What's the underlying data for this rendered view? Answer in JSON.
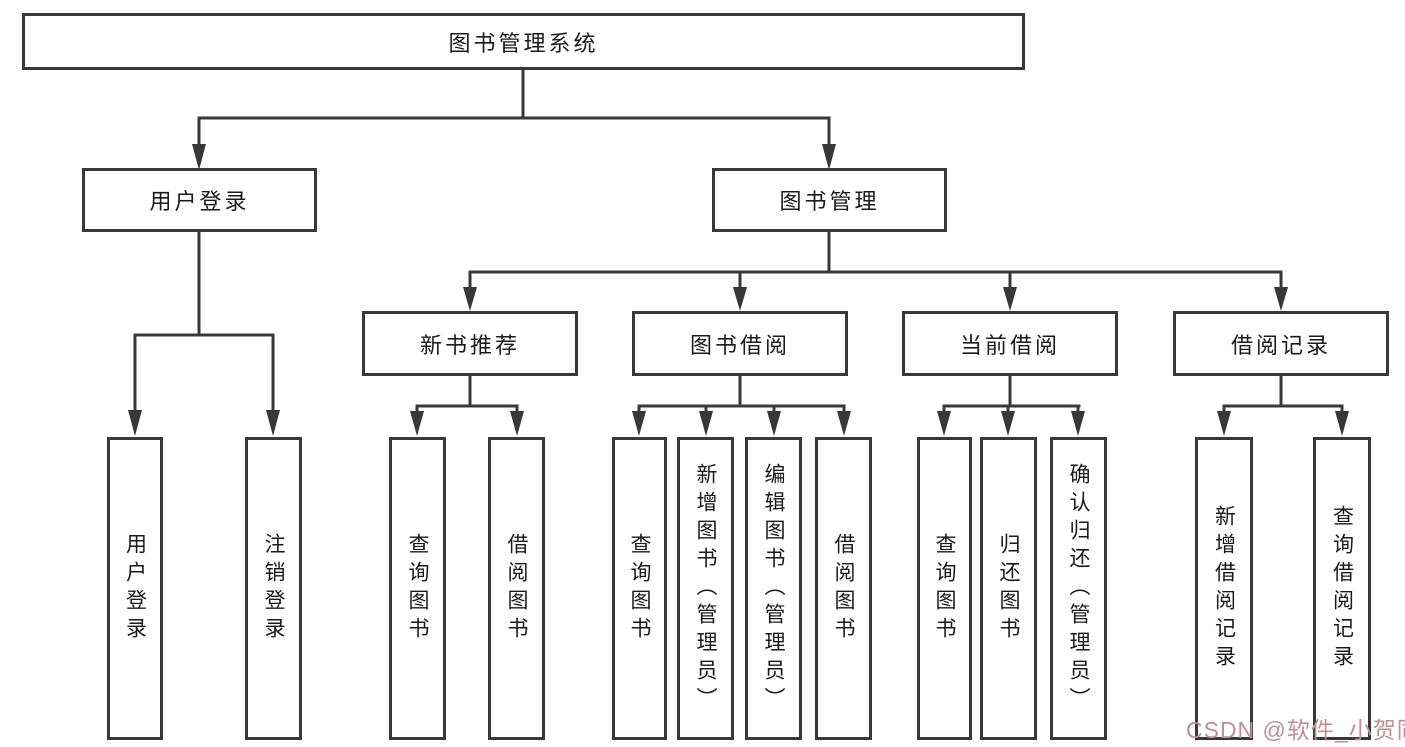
{
  "diagram": {
    "root": {
      "label": "图书管理系统"
    },
    "branches": [
      {
        "label": "用户登录",
        "children": [
          {
            "label": "用户登录"
          },
          {
            "label": "注销登录"
          }
        ]
      },
      {
        "label": "图书管理",
        "sections": [
          {
            "label": "新书推荐",
            "children": [
              {
                "label": "查询图书"
              },
              {
                "label": "借阅图书"
              }
            ]
          },
          {
            "label": "图书借阅",
            "children": [
              {
                "label": "查询图书"
              },
              {
                "label": "新增图书（管理员）"
              },
              {
                "label": "编辑图书（管理员）"
              },
              {
                "label": "借阅图书"
              }
            ]
          },
          {
            "label": "当前借阅",
            "children": [
              {
                "label": "查询图书"
              },
              {
                "label": "归还图书"
              },
              {
                "label": "确认归还（管理员）"
              }
            ]
          },
          {
            "label": "借阅记录",
            "children": [
              {
                "label": "新增借阅记录"
              },
              {
                "label": "查询借阅记录"
              }
            ]
          }
        ]
      }
    ]
  },
  "watermark": {
    "text": "CSDN @软件_小贺同学",
    "color": "#bd8f96"
  },
  "colors": {
    "line": "#383838",
    "text": "#1a1a1a",
    "background": "#ffffff"
  }
}
